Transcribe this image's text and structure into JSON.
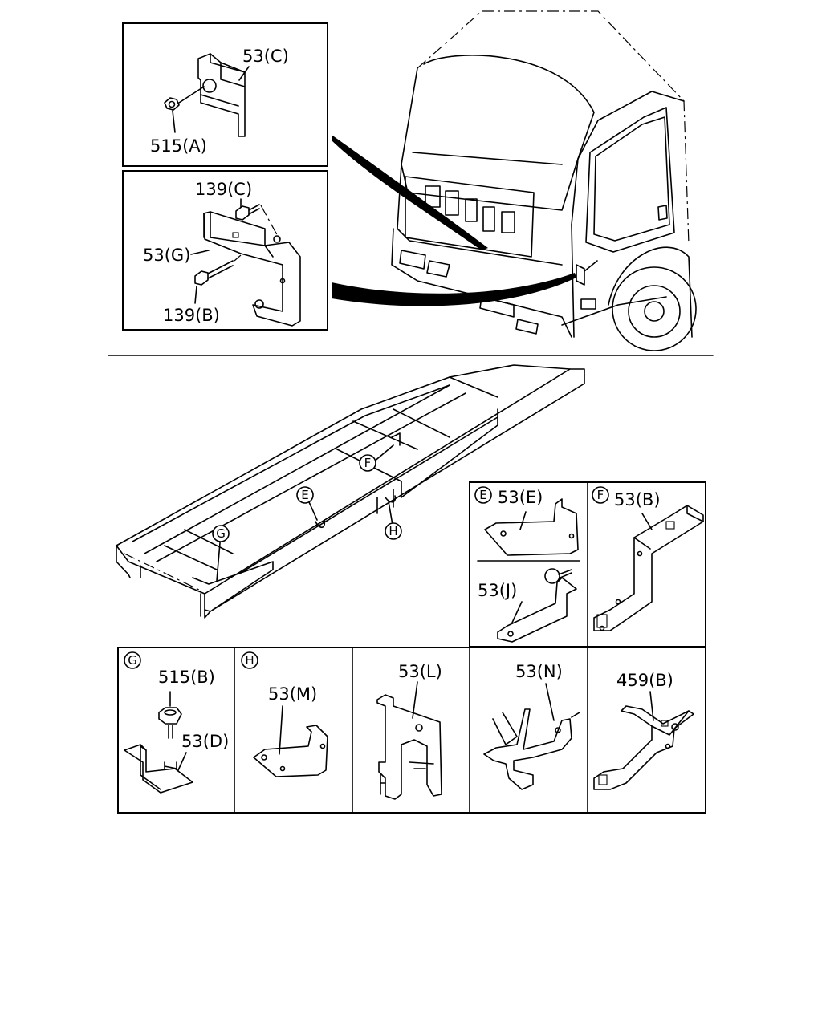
{
  "colors": {
    "ink": "#000000",
    "paper": "#ffffff"
  },
  "labels": {
    "p53C": "53(C)",
    "p515A": "515(A)",
    "p139C": "139(C)",
    "p53G": "53(G)",
    "p139B": "139(B)",
    "p53E": "53(E)",
    "p53J": "53(J)",
    "p53B": "53(B)",
    "p515B": "515(B)",
    "p53D": "53(D)",
    "p53M": "53(M)",
    "p53L": "53(L)",
    "p53N": "53(N)",
    "p459B": "459(B)"
  },
  "callouts": {
    "E": "E",
    "F": "F",
    "G": "G",
    "H": "H"
  }
}
